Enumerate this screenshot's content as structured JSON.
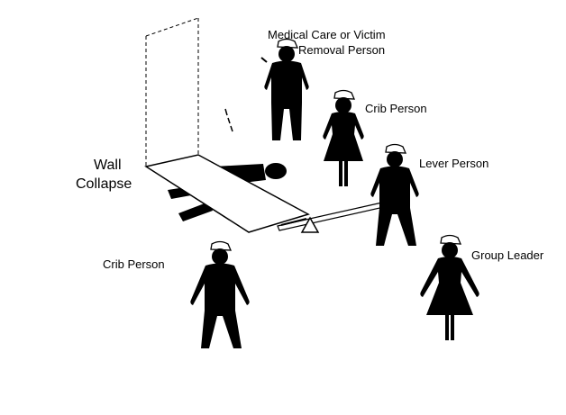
{
  "labels": {
    "wall_line1": "Wall",
    "wall_line2": "Collapse",
    "medical_line1": "Medical Care or Victim",
    "medical_line2": "Removal Person",
    "crib_person_right": "Crib Person",
    "lever_person": "Lever Person",
    "crib_person_left": "Crib Person",
    "group_leader": "Group Leader"
  },
  "colors": {
    "ink": "#000000",
    "background": "#ffffff"
  }
}
